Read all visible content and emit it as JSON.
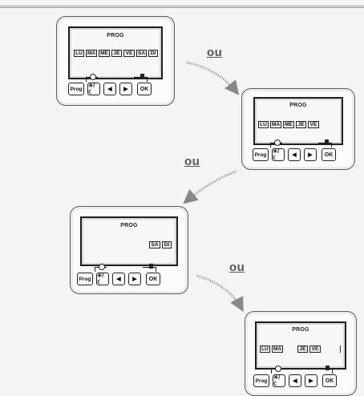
{
  "connector_label": "ou",
  "devices": [
    {
      "title": "PROG",
      "days": [
        "LU",
        "MA",
        "ME",
        "JE",
        "VE",
        "SA",
        "DI"
      ]
    },
    {
      "title": "PROG",
      "days": [
        "LU",
        "MA",
        "ME",
        "JE",
        "VE"
      ]
    },
    {
      "title": "PROG",
      "days": [
        "SA",
        "DI"
      ]
    },
    {
      "title": "PROG",
      "days": [
        "LU",
        "MA",
        "",
        "JE",
        "VE"
      ]
    }
  ],
  "buttons": {
    "prog": "Prog",
    "sun_moon": "☀/☾",
    "left": "◀",
    "right": "▶",
    "ok": "OK"
  }
}
